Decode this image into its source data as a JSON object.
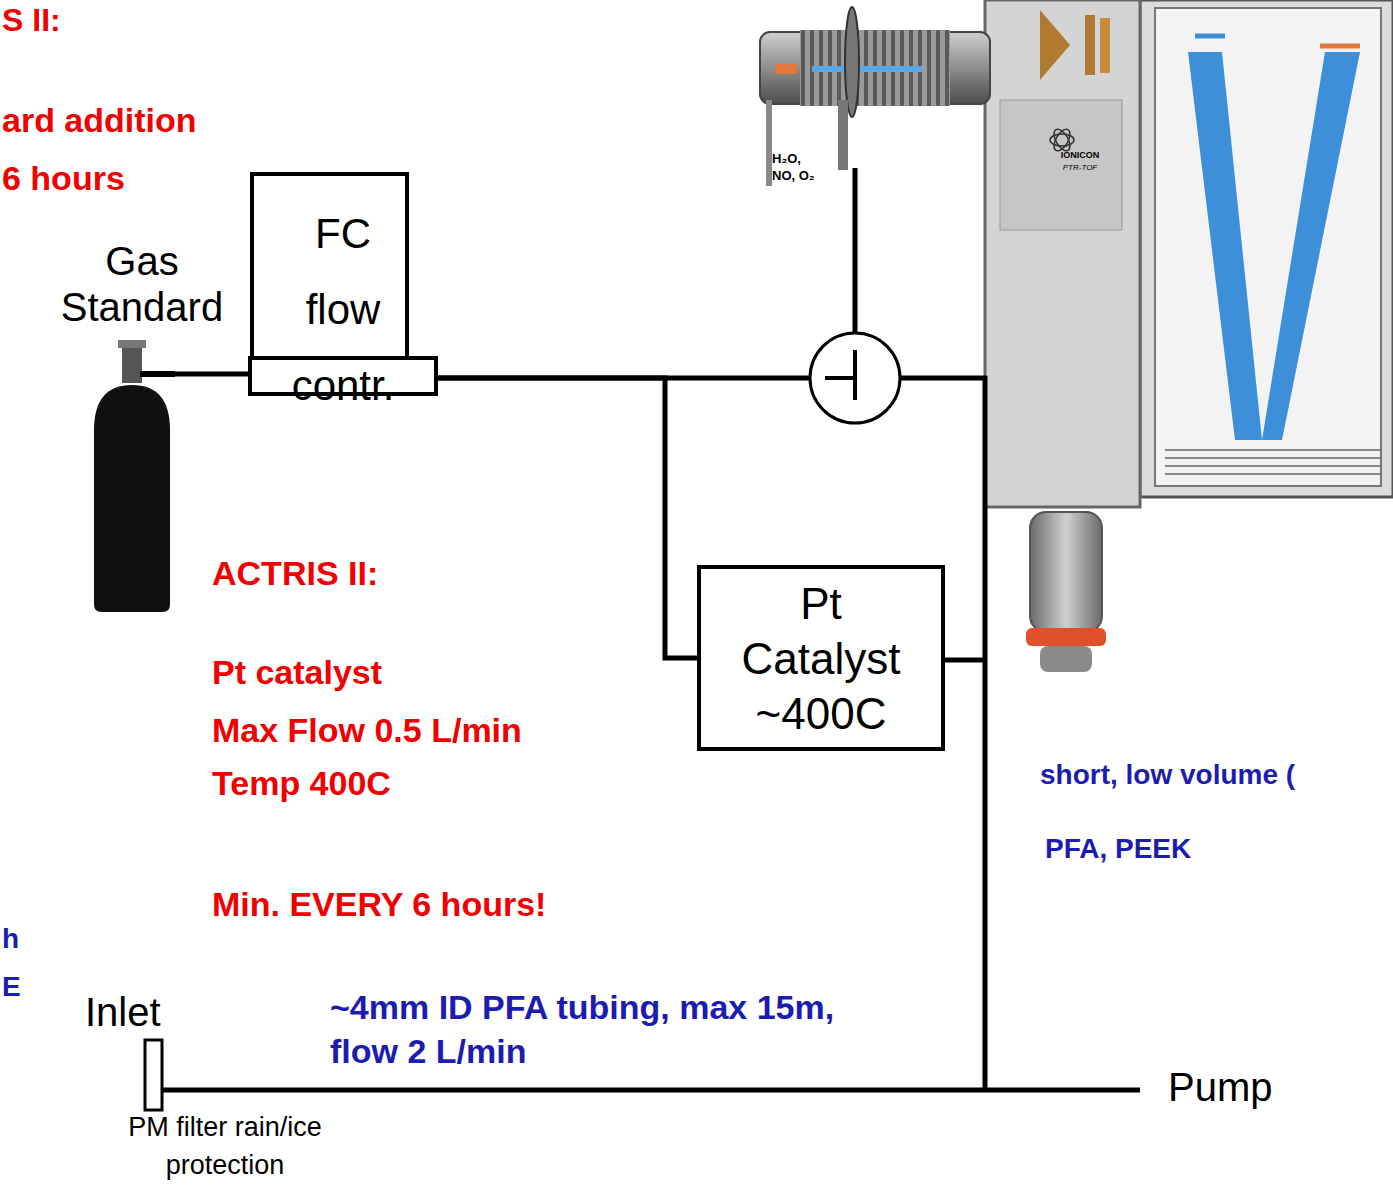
{
  "diagram": {
    "nodes": [
      {
        "text": [
          "Gas Standard"
        ]
      },
      {
        "text": [
          "FC flow contr."
        ]
      },
      {
        "text": [
          "Pt Catalyst ~400C"
        ]
      }
    ],
    "edges": [
      {
        "from": 0,
        "to": 1,
        "arrow": "none"
      },
      {
        "from": 1,
        "to": 2,
        "arrow": "none"
      }
    ],
    "labels": [
      "S II:",
      "ard addition",
      "6 hours",
      "ACTRIS II:",
      "Pt catalyst",
      "Max Flow 0.5 L/min",
      "Temp 400C",
      "Min. EVERY 6 hours!",
      "H₂O, NO, O₂",
      "IONICON",
      "PTR-TOF",
      "short, low volume (",
      "PFA, PEEK",
      "h",
      "E",
      "~4mm ID PFA tubing, max 15m, flow 2 L/min",
      "Inlet",
      "PM filter rain/ice protection",
      "Pump"
    ]
  }
}
